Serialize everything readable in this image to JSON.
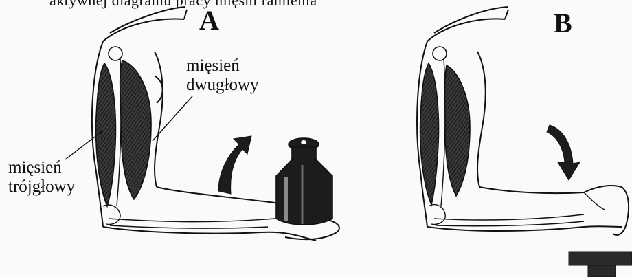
{
  "caption_fragment": "aktywnej diagramu pracy mięśni ramienia",
  "panels": {
    "a": {
      "letter": "A"
    },
    "b": {
      "letter": "B"
    }
  },
  "labels": {
    "biceps": {
      "line1": "mięsień",
      "line2": "dwugłowy"
    },
    "triceps": {
      "line1": "mięsień",
      "line2": "trójgłowy"
    }
  },
  "colors": {
    "ink": "#111111",
    "muscle": "#2a2a2a",
    "weight": "#1c1c1c",
    "paper": "#fafafa"
  }
}
